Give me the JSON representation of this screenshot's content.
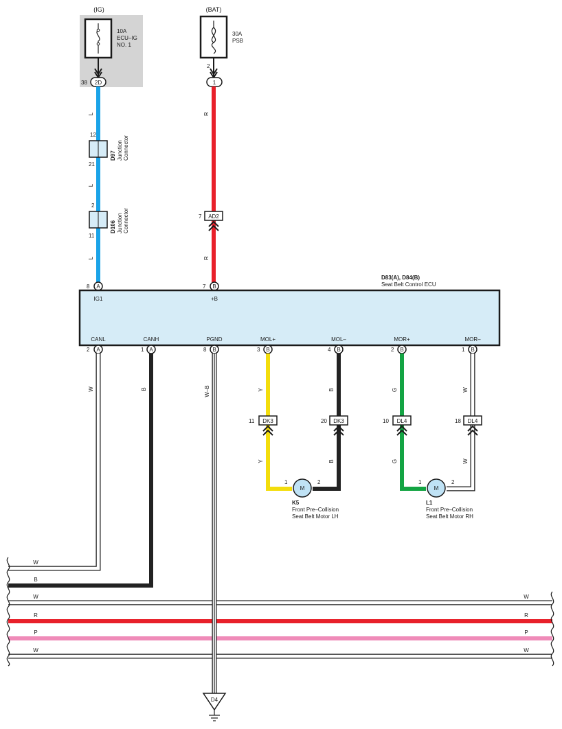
{
  "colors": {
    "blue": "#1aa3e8",
    "red": "#e8202a",
    "black": "#222222",
    "yellow": "#f3dd0c",
    "green": "#13a443",
    "pink": "#ef8bb8",
    "ecu_fill": "#d6ecf7",
    "fuse_box_fill": "#d4d4d4",
    "motor_fill": "#bfe2f5"
  },
  "power": {
    "ig": {
      "label": "(IG)",
      "fuse": "10A",
      "name1": "ECU–IG",
      "name2": "NO. 1",
      "pin": "38",
      "connector": "2D"
    },
    "bat": {
      "label": "(BAT)",
      "fuse": "30A",
      "name": "PSB",
      "pin": "2",
      "connector": "1"
    }
  },
  "junctions": [
    {
      "id": "D97",
      "desc1": "Junction",
      "desc2": "Connector",
      "pin_top": "12",
      "pin_bottom": "21"
    },
    {
      "id": "D106",
      "desc1": "Junction",
      "desc2": "Connector",
      "pin_top": "2",
      "pin_bottom": "11"
    }
  ],
  "inline_connector": {
    "pin": "7",
    "name": "AD2"
  },
  "wire_colors": {
    "L": "L",
    "R": "R",
    "W": "W",
    "B": "B",
    "WB": "W–B",
    "Y": "Y",
    "G": "G",
    "P": "P"
  },
  "ecu": {
    "title": "D83(A), D84(B)",
    "name": "Seat Belt Control ECU",
    "top_pins": [
      {
        "num": "8",
        "conn": "A",
        "label": "IG1"
      },
      {
        "num": "7",
        "conn": "B",
        "label": "+B"
      }
    ],
    "bottom_pins": [
      {
        "num": "2",
        "conn": "A",
        "label": "CANL"
      },
      {
        "num": "1",
        "conn": "A",
        "label": "CANH"
      },
      {
        "num": "8",
        "conn": "B",
        "label": "PGND"
      },
      {
        "num": "3",
        "conn": "B",
        "label": "MOL+"
      },
      {
        "num": "4",
        "conn": "B",
        "label": "MOL–"
      },
      {
        "num": "2",
        "conn": "B",
        "label": "MOR+"
      },
      {
        "num": "1",
        "conn": "B",
        "label": "MOR–"
      }
    ]
  },
  "connectors": [
    {
      "pin": "11",
      "name": "DK3"
    },
    {
      "pin": "20",
      "name": "DK3"
    },
    {
      "pin": "10",
      "name": "DL4"
    },
    {
      "pin": "18",
      "name": "DL4"
    }
  ],
  "motors": [
    {
      "id": "K5",
      "symbol": "M",
      "pin1": "1",
      "pin2": "2",
      "line1": "Front Pre–Collision",
      "line2": "Seat Belt Motor LH"
    },
    {
      "id": "L1",
      "symbol": "M",
      "pin1": "1",
      "pin2": "2",
      "line1": "Front Pre–Collision",
      "line2": "Seat Belt Motor RH"
    }
  ],
  "ground": {
    "name": "D4"
  }
}
